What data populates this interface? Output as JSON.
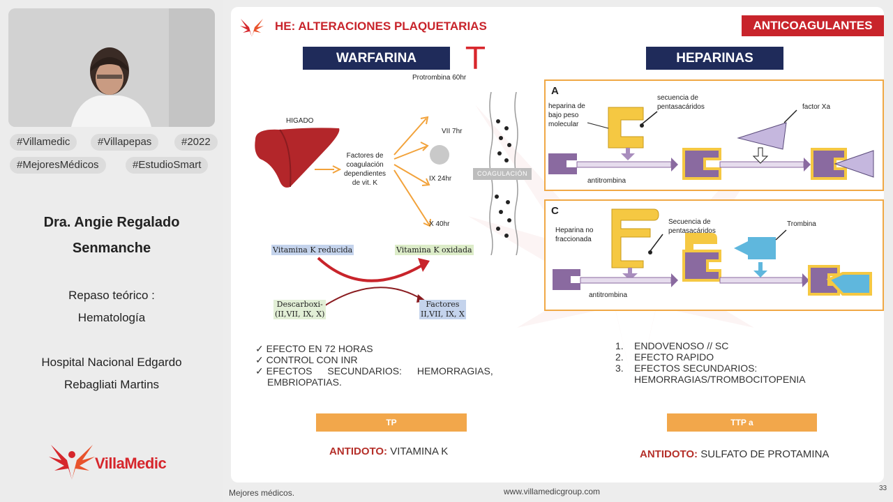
{
  "sidebar": {
    "tags": [
      "#Villamedic",
      "#Villapepas",
      "#2022",
      "#MejoresMédicos",
      "#EstudioSmart"
    ],
    "doctor_name_line1": "Dra. Angie Regalado",
    "doctor_name_line2": "Senmanche",
    "topic_line1": "Repaso teórico :",
    "topic_line2": "Hematología",
    "hospital_line1": "Hospital Nacional Edgardo",
    "hospital_line2": "Rebagliati Martins",
    "logo_text": "VillaMedic"
  },
  "slide": {
    "title": "HE: ALTERACIONES PLAQUETARIAS",
    "corner_label": "ANTICOAGULANTES",
    "warfarina": {
      "heading": "WARFARINA",
      "protrombina": "Protrombina 60hr",
      "higado": "HIGADO",
      "factores": [
        "Factores de",
        "coagulación",
        "dependientes",
        "de vit. K"
      ],
      "vii": "VII 7hr",
      "ix": "IX 24hr",
      "x": "X 40hr",
      "coagulacion": "COAGULACIÓN",
      "vit_reducida": "Vitamina K reducida",
      "vit_oxidada": "Vitamina K oxidada",
      "descarboxi1": "Descarboxi-",
      "descarboxi2": "(II,VII, IX, X)",
      "factores_box1": "Factores",
      "factores_box2": "II,VII, IX, X",
      "bullets": [
        "EFECTO EN 72 HORAS",
        "CONTROL CON INR",
        "EFECTOS SECUNDARIOS: HEMORRAGIAS,",
        "EMBRIOPATIAS."
      ],
      "bullet_mark": "✓",
      "bar_label": "TP",
      "antidoto_label": "ANTIDOTO:",
      "antidoto_value": "VITAMINA K",
      "annotation": "T"
    },
    "heparinas": {
      "heading": "HEPARINAS",
      "panelA": {
        "letter": "A",
        "hep1": "heparina de",
        "hep2": "bajo peso",
        "hep3": "molecular",
        "seq1": "secuencia de",
        "seq2": "pentasacáridos",
        "factor": "factor Xa",
        "antitrombina": "antitrombina"
      },
      "panelC": {
        "letter": "C",
        "hep1": "Heparina no",
        "hep2": "fraccionada",
        "seq1": "Secuencia de",
        "seq2": "pentasacáridos",
        "trombina": "Trombina",
        "antitrombina": "antitrombina"
      },
      "list": [
        "ENDOVENOSO // SC",
        "EFECTO RAPIDO",
        "EFECTOS SECUNDARIOS:",
        "HEMORRAGIAS/TROMBOCITOPENIA"
      ],
      "list_numbers": [
        "1.",
        "2.",
        "3."
      ],
      "bar_label": "TTP a",
      "antidoto_label": "ANTIDOTO:",
      "antidoto_value": "SULFATO DE PROTAMINA"
    }
  },
  "footer": {
    "left": "Mejores médicos.",
    "center": "www.villamedicgroup.com",
    "page": "33"
  },
  "colors": {
    "navy": "#1f2b5a",
    "red": "#c8242b",
    "orange": "#f2a74b",
    "purple": "#8a6aa0"
  }
}
